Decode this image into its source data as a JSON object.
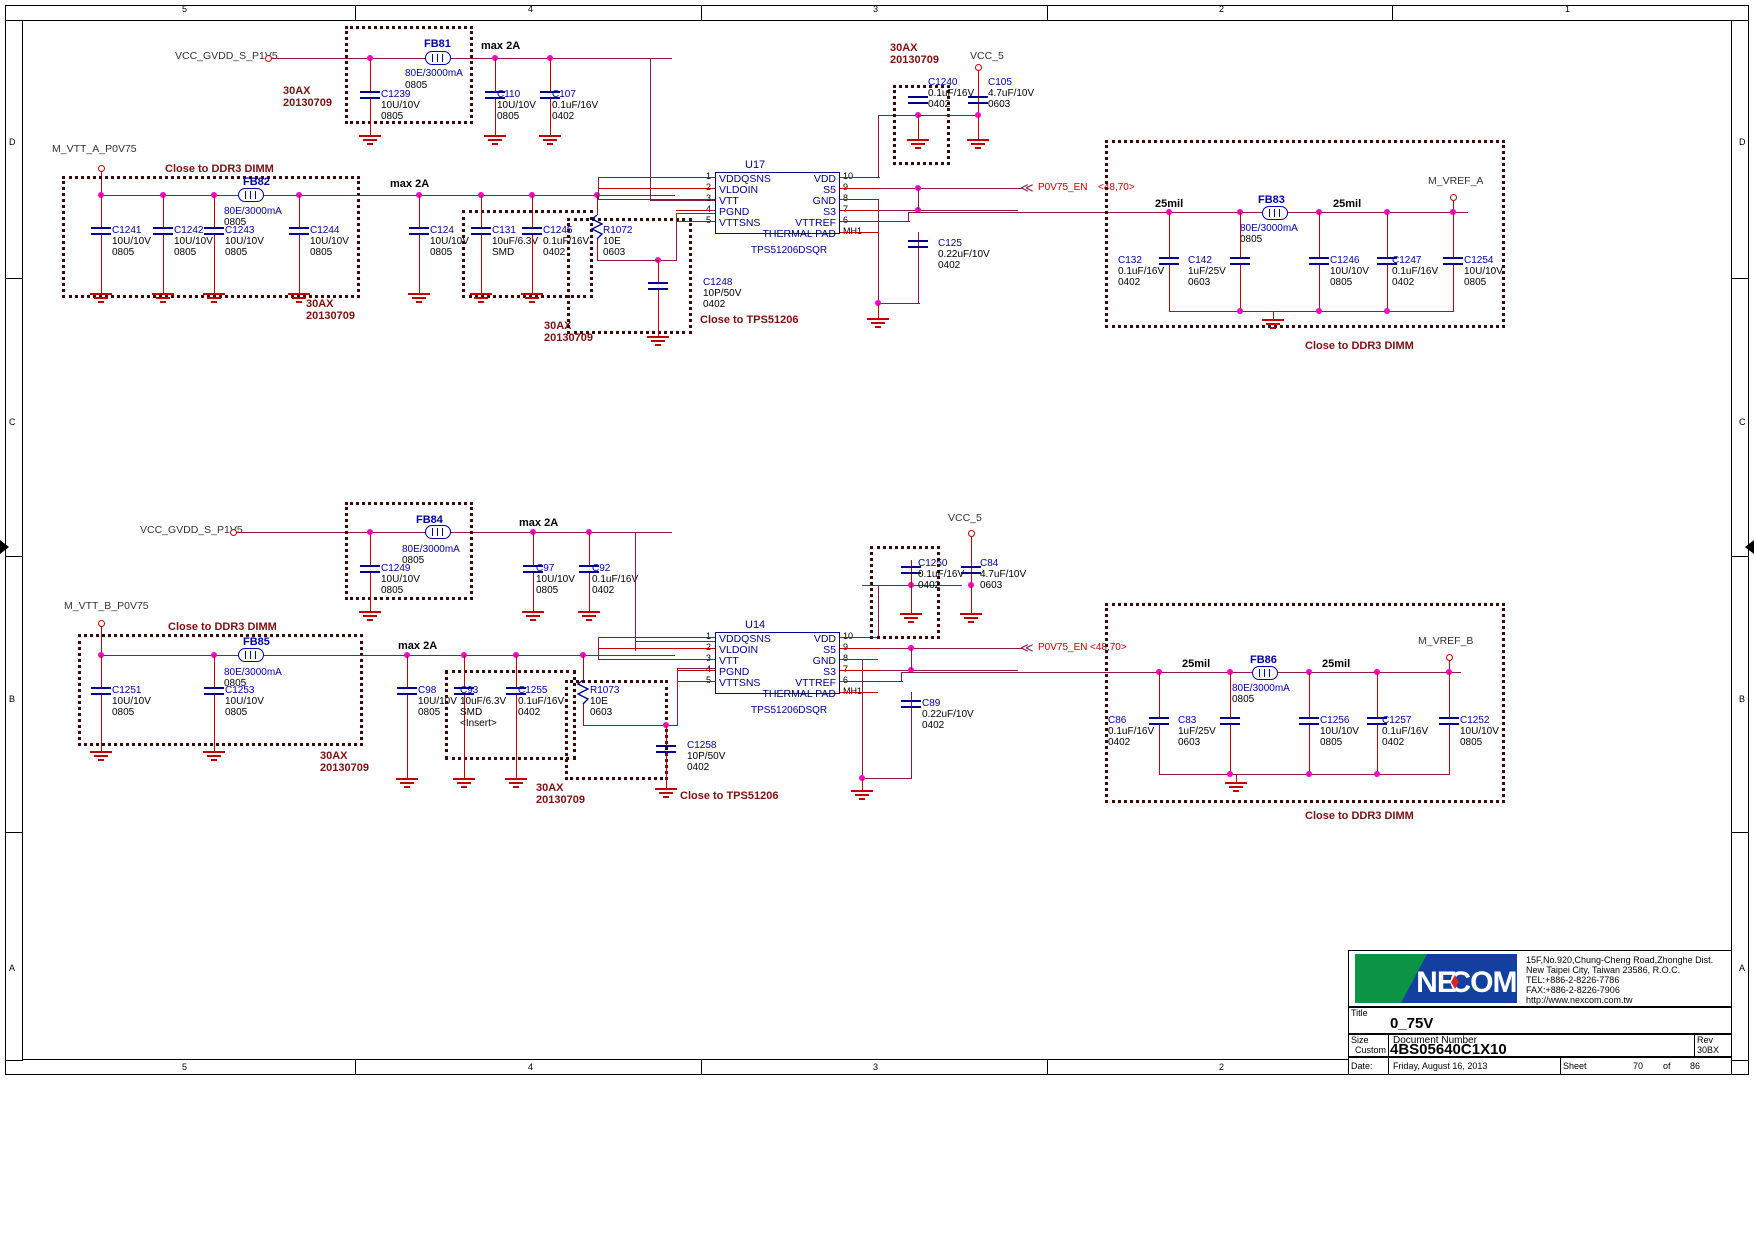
{
  "sheet": {
    "zone_cols_top": [
      "5",
      "4",
      "3",
      "2",
      "1"
    ],
    "zone_cols_bottom": [
      "5",
      "4",
      "3",
      "2",
      "1"
    ],
    "zone_rows": [
      "D",
      "C",
      "B",
      "A"
    ]
  },
  "titleblock": {
    "company": "NEXCOM",
    "address_lines": [
      "15F,No.920,Chung-Cheng Road,Zhonghe Dist.",
      "New Taipei City, Taiwan 23586, R.O.C.",
      "TEL:+886-2-8226-7786",
      "FAX:+886-2-8226-7906",
      "http://www.nexcom.com.tw"
    ],
    "title_label": "Title",
    "title_value": "0_75V",
    "size_label": "Size",
    "size_value": "Custom",
    "docnum_label": "Document Number",
    "docnum_value": "4BS05640C1X10",
    "rev_label": "Rev",
    "rev_value": "30BX",
    "date_label": "Date:",
    "date_value": "Friday, August 16, 2013",
    "sheet_label": "Sheet",
    "sheet_number": "70",
    "sheet_of": "of",
    "sheet_total": "86"
  },
  "top_circuit": {
    "net_in": "VCC_GVDD_S_P1V5",
    "net_vtt": "M_VTT_A_P0V75",
    "net_vref": "M_VREF_A",
    "net_vcc5": "VCC_5",
    "note_ddr3": "Close to DDR3 DIMM",
    "note_tps": "Close to TPS51206",
    "note_30ax_a": "30AX\n20130709",
    "note_30ax_b": "30AX\n20130709",
    "note_30ax_c": "30AX\n20130709",
    "note_30ax_d": "30AX\n20130709",
    "max2a_1": "max 2A",
    "max2a_2": "max 2A",
    "mil_left": "25mil",
    "mil_right": "25mil",
    "ic": {
      "refdes": "U17",
      "part": "TPS51206DSQR",
      "pins_left": [
        {
          "num": "1",
          "name": "VDDQSNS"
        },
        {
          "num": "2",
          "name": "VLDOIN"
        },
        {
          "num": "3",
          "name": "VTT"
        },
        {
          "num": "4",
          "name": "PGND"
        },
        {
          "num": "5",
          "name": "VTTSNS"
        }
      ],
      "pins_right": [
        {
          "num": "10",
          "name": "VDD"
        },
        {
          "num": "9",
          "name": "S5"
        },
        {
          "num": "8",
          "name": "GND"
        },
        {
          "num": "7",
          "name": "S3"
        },
        {
          "num": "6",
          "name": "VTTREF"
        },
        {
          "num": "MH1",
          "name": "THERMAL PAD"
        }
      ]
    },
    "offpage": {
      "name": "P0V75_EN",
      "refs": "<48,70>"
    },
    "components": [
      {
        "ref": "C1239",
        "val": "10U/10V",
        "pkg": "0805"
      },
      {
        "ref": "FB81",
        "val": "80E/3000mA",
        "pkg": "0805"
      },
      {
        "ref": "C110",
        "val": "10U/10V",
        "pkg": "0805"
      },
      {
        "ref": "C107",
        "val": "0.1uF/16V",
        "pkg": "0402"
      },
      {
        "ref": "C1241",
        "val": "10U/10V",
        "pkg": "0805"
      },
      {
        "ref": "C1242",
        "val": "10U/10V",
        "pkg": "0805"
      },
      {
        "ref": "C1243",
        "val": "10U/10V",
        "pkg": "0805"
      },
      {
        "ref": "FB82",
        "val": "80E/3000mA",
        "pkg": "0805"
      },
      {
        "ref": "C1244",
        "val": "10U/10V",
        "pkg": "0805"
      },
      {
        "ref": "C124",
        "val": "10U/10V",
        "pkg": "0805"
      },
      {
        "ref": "C131",
        "val": "10uF/6.3V",
        "pkg": "SMD"
      },
      {
        "ref": "C1245",
        "val": "0.1uF/16V",
        "pkg": "0402"
      },
      {
        "ref": "R1072",
        "val": "10E",
        "pkg": "0603"
      },
      {
        "ref": "C1248",
        "val": "10P/50V",
        "pkg": "0402"
      },
      {
        "ref": "C1240",
        "val": "0.1uF/16V",
        "pkg": "0402"
      },
      {
        "ref": "C105",
        "val": "4.7uF/10V",
        "pkg": "0603"
      },
      {
        "ref": "C125",
        "val": "0.22uF/10V",
        "pkg": "0402"
      },
      {
        "ref": "C132",
        "val": "0.1uF/16V",
        "pkg": "0402"
      },
      {
        "ref": "C142",
        "val": "1uF/25V",
        "pkg": "0603"
      },
      {
        "ref": "FB83",
        "val": "80E/3000mA",
        "pkg": "0805"
      },
      {
        "ref": "C1246",
        "val": "10U/10V",
        "pkg": "0805"
      },
      {
        "ref": "C1247",
        "val": "0.1uF/16V",
        "pkg": "0402"
      },
      {
        "ref": "C1254",
        "val": "10U/10V",
        "pkg": "0805"
      }
    ]
  },
  "bottom_circuit": {
    "net_in": "VCC_GVDD_S_P1V5",
    "net_vtt": "M_VTT_B_P0V75",
    "net_vref": "M_VREF_B",
    "net_vcc5": "VCC_5",
    "note_ddr3": "Close to DDR3 DIMM",
    "note_tps": "Close to TPS51206",
    "note_30ax_a": "30AX\n20130709",
    "note_30ax_b": "30AX\n20130709",
    "max2a_1": "max 2A",
    "max2a_2": "max 2A",
    "mil_left": "25mil",
    "mil_right": "25mil",
    "ic": {
      "refdes": "U14",
      "part": "TPS51206DSQR",
      "pins_left": [
        {
          "num": "1",
          "name": "VDDQSNS"
        },
        {
          "num": "2",
          "name": "VLDOIN"
        },
        {
          "num": "3",
          "name": "VTT"
        },
        {
          "num": "4",
          "name": "PGND"
        },
        {
          "num": "5",
          "name": "VTTSNS"
        }
      ],
      "pins_right": [
        {
          "num": "10",
          "name": "VDD"
        },
        {
          "num": "9",
          "name": "S5"
        },
        {
          "num": "8",
          "name": "GND"
        },
        {
          "num": "7",
          "name": "S3"
        },
        {
          "num": "6",
          "name": "VTTREF"
        },
        {
          "num": "MH1",
          "name": "THERMAL PAD"
        }
      ]
    },
    "offpage": {
      "name": "P0V75_EN",
      "refs": "<48,70>"
    },
    "components": [
      {
        "ref": "C1249",
        "val": "10U/10V",
        "pkg": "0805"
      },
      {
        "ref": "FB84",
        "val": "80E/3000mA",
        "pkg": "0805"
      },
      {
        "ref": "C97",
        "val": "10U/10V",
        "pkg": "0805"
      },
      {
        "ref": "C92",
        "val": "0.1uF/16V",
        "pkg": "0402"
      },
      {
        "ref": "C1251",
        "val": "10U/10V",
        "pkg": "0805"
      },
      {
        "ref": "C1253",
        "val": "10U/10V",
        "pkg": "0805"
      },
      {
        "ref": "FB85",
        "val": "80E/3000mA",
        "pkg": "0805"
      },
      {
        "ref": "C98",
        "val": "10U/10V",
        "pkg": "0805"
      },
      {
        "ref": "C93",
        "val": "10uF/6.3V",
        "pkg": "SMD",
        "extra": "<Insert>"
      },
      {
        "ref": "C1255",
        "val": "0.1uF/16V",
        "pkg": "0402"
      },
      {
        "ref": "R1073",
        "val": "10E",
        "pkg": "0603"
      },
      {
        "ref": "C1258",
        "val": "10P/50V",
        "pkg": "0402"
      },
      {
        "ref": "C1250",
        "val": "0.1uF/16V",
        "pkg": "0402"
      },
      {
        "ref": "C84",
        "val": "4.7uF/10V",
        "pkg": "0603"
      },
      {
        "ref": "C89",
        "val": "0.22uF/10V",
        "pkg": "0402"
      },
      {
        "ref": "C86",
        "val": "0.1uF/16V",
        "pkg": "0402"
      },
      {
        "ref": "C83",
        "val": "1uF/25V",
        "pkg": "0603"
      },
      {
        "ref": "FB86",
        "val": "80E/3000mA",
        "pkg": "0805"
      },
      {
        "ref": "C1256",
        "val": "10U/10V",
        "pkg": "0805"
      },
      {
        "ref": "C1257",
        "val": "0.1uF/16V",
        "pkg": "0402"
      },
      {
        "ref": "C1252",
        "val": "10U/10V",
        "pkg": "0805"
      }
    ]
  }
}
